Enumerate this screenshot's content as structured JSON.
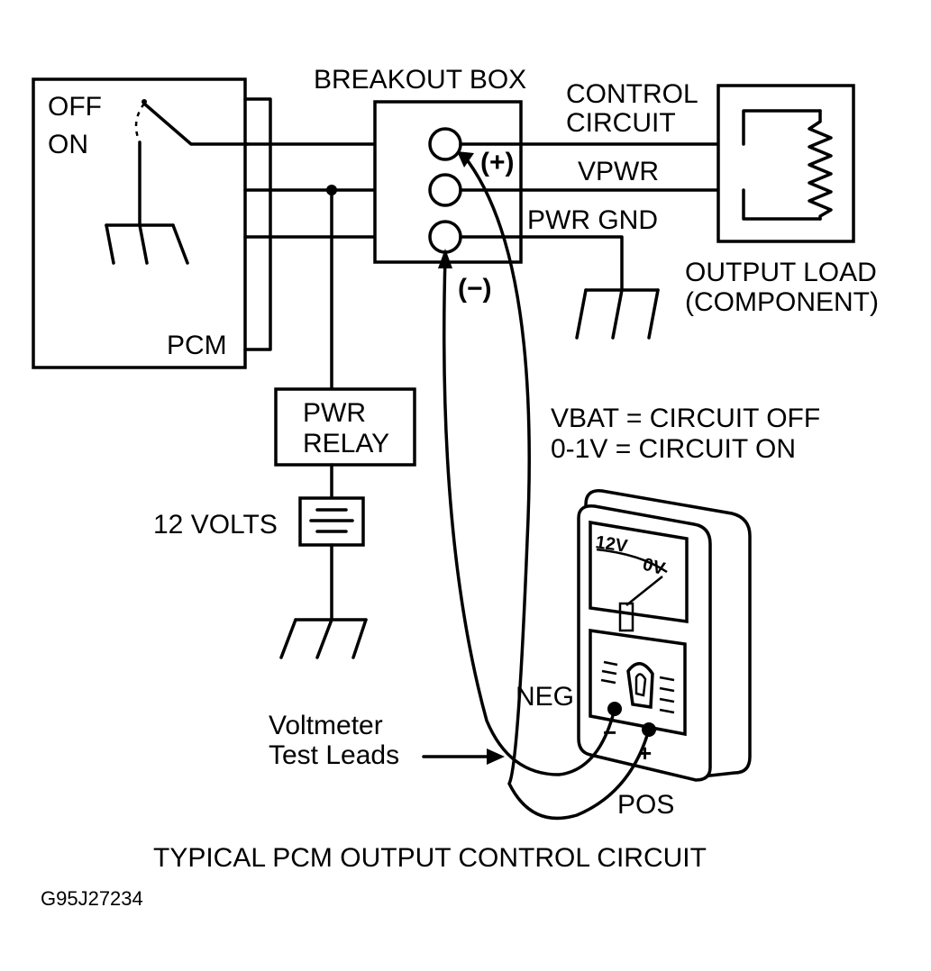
{
  "labels": {
    "breakout_box": "BREAKOUT BOX",
    "off": "OFF",
    "on": "ON",
    "pcm": "PCM",
    "control_circuit_line1": "CONTROL",
    "control_circuit_line2": "CIRCUIT",
    "vpwr": "VPWR",
    "pwr_gnd": "PWR GND",
    "plus": "(+)",
    "minus": "(−)",
    "output_load_line1": "OUTPUT LOAD",
    "output_load_line2": "(COMPONENT)",
    "pwr_relay_line1": "PWR",
    "pwr_relay_line2": "RELAY",
    "twelve_volts": "12 VOLTS",
    "vbat_note": "VBAT = CIRCUIT OFF",
    "on_note": "0-1V = CIRCUIT ON",
    "meter_12v": "12V",
    "meter_0v": "0V",
    "neg": "NEG",
    "pos": "POS",
    "meter_minus": "−",
    "meter_plus": "+",
    "test_leads_line1": "Voltmeter",
    "test_leads_line2": "Test Leads",
    "caption": "TYPICAL PCM OUTPUT CONTROL CIRCUIT",
    "figure_code": "G95J27234"
  }
}
